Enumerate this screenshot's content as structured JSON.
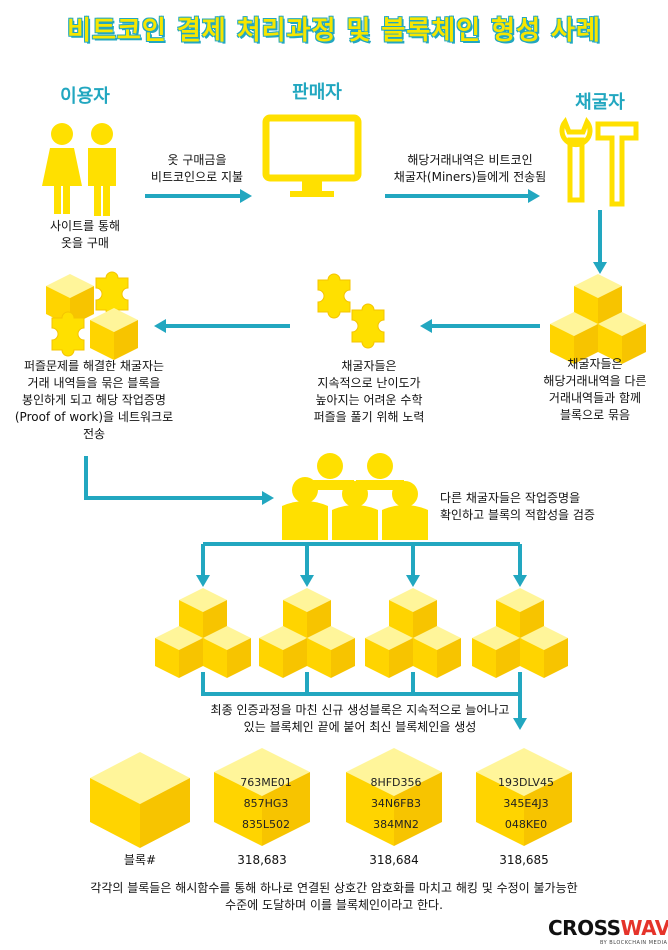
{
  "title": "비트코인 결제 처리과정 및 블록체인 형성 사례",
  "roles": {
    "user": "이용자",
    "seller": "판매자",
    "miner": "채굴자"
  },
  "steps": {
    "buy_site": "사이트를 통해\n옷을 구매",
    "pay": "옷 구매금을\n비트코인으로 지불",
    "send": "해당거래내역은 비트코인\n채굴자(Miners)들에게 전송됨",
    "bundle": "채굴자들은\n해당거래내역을 다른\n거래내역들과 함께\n블록으로 묶음",
    "puzzle": "채굴자들은\n지속적으로 난이도가\n높아지는 어려운 수학\n퍼즐을 풀기 위해 노력",
    "solved": "퍼즐문제를 해결한 채굴자는\n거래 내역들을 묶은 블록을\n봉인하게 되고 해당 작업증명\n(Proof of work)을 네트워크로\n전송",
    "verify": "다른 채굴자들은 작업증명을\n확인하고 블록의 적합성을 검증",
    "final": "최종 인증과정을 마친 신규 생성블록은 지속적으로 늘어나고\n있는 블록체인 끝에 붙어 최신 블록체인을 생성",
    "footer": "각각의 블록들은 해시함수를 통해 하나로 연결된 상호간 암호화를 마치고 해킹 및 수정이 불가능한\n수준에 도달하며 이를 블록체인이라고 한다."
  },
  "blocks": [
    {
      "label": "블록#",
      "codes": []
    },
    {
      "label": "318,683",
      "codes": [
        "763ME01",
        "857HG3",
        "835L502"
      ]
    },
    {
      "label": "318,684",
      "codes": [
        "8HFD356",
        "34N6FB3",
        "384MN2"
      ]
    },
    {
      "label": "318,685",
      "codes": [
        "193DLV45",
        "345E4J3",
        "048KE0"
      ]
    }
  ],
  "brand": {
    "part1": "CROSS",
    "part2": "WAVE",
    "sub": "BY BLOCKCHAIN MEDIA"
  },
  "colors": {
    "accent": "#22a7c0",
    "yellow": "#ffe000",
    "brand_red": "#e5332a"
  }
}
